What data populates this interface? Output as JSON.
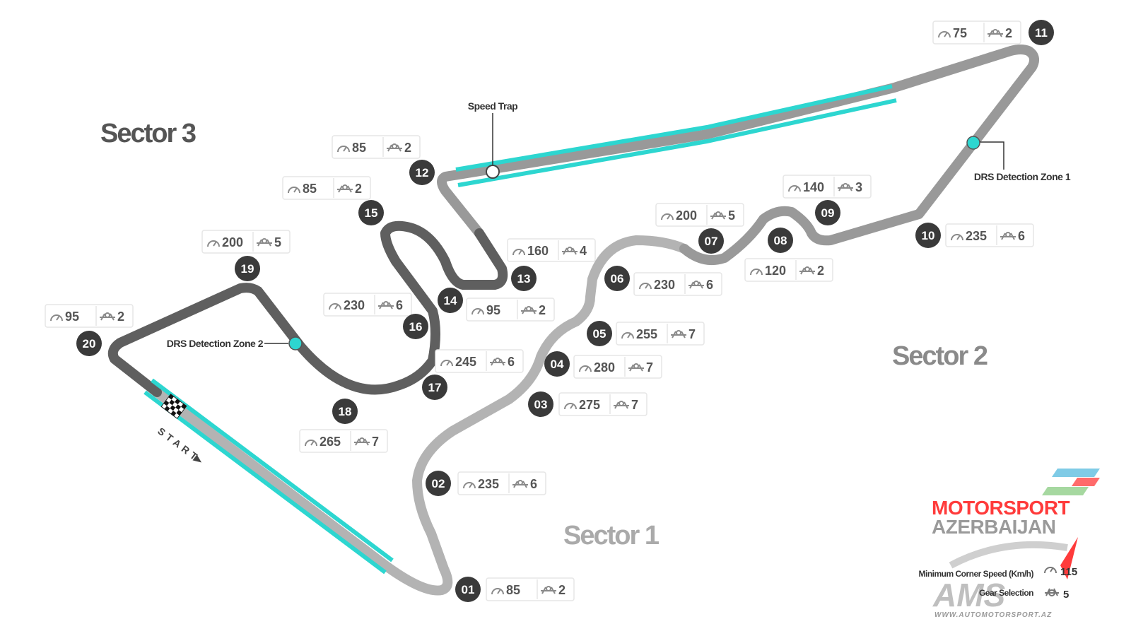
{
  "sectors": [
    {
      "label": "Sector 3",
      "color": "#555555"
    },
    {
      "label": "Sector 2",
      "color": "#8a8a8a"
    },
    {
      "label": "Sector 1",
      "color": "#aaaaaa"
    }
  ],
  "callouts": {
    "speed_trap": "Speed Trap",
    "drs_zone_1": "DRS Detection Zone 1",
    "drs_zone_2": "DRS Detection Zone 2",
    "start": "START"
  },
  "icons": {
    "speed": "speedometer-icon",
    "gear": "gear-icon",
    "finish": "checkered-flag-icon"
  },
  "colors": {
    "drs": "#2dd6d0",
    "sector1": "#b3b3b3",
    "sector2": "#999999",
    "sector3": "#5f5f5f",
    "badge": "#3a3a3a",
    "brand_red": "#ff3b3b",
    "brand_blue": "#7fcbe6",
    "brand_green": "#a6d8a0",
    "brand_gray": "#999999"
  },
  "turns": [
    {
      "num": "01",
      "speed": "85",
      "gear": "2"
    },
    {
      "num": "02",
      "speed": "235",
      "gear": "6"
    },
    {
      "num": "03",
      "speed": "275",
      "gear": "7"
    },
    {
      "num": "04",
      "speed": "280",
      "gear": "7"
    },
    {
      "num": "05",
      "speed": "255",
      "gear": "7"
    },
    {
      "num": "06",
      "speed": "230",
      "gear": "6"
    },
    {
      "num": "07",
      "speed": "200",
      "gear": "5"
    },
    {
      "num": "08",
      "speed": "120",
      "gear": "2"
    },
    {
      "num": "09",
      "speed": "140",
      "gear": "3"
    },
    {
      "num": "10",
      "speed": "235",
      "gear": "6"
    },
    {
      "num": "11",
      "speed": "75",
      "gear": "2"
    },
    {
      "num": "12",
      "speed": "85",
      "gear": "2"
    },
    {
      "num": "13",
      "speed": "160",
      "gear": "4"
    },
    {
      "num": "14",
      "speed": "95",
      "gear": "2"
    },
    {
      "num": "15",
      "speed": "85",
      "gear": "2"
    },
    {
      "num": "16",
      "speed": "230",
      "gear": "6"
    },
    {
      "num": "17",
      "speed": "245",
      "gear": "6"
    },
    {
      "num": "18",
      "speed": "265",
      "gear": "7"
    },
    {
      "num": "19",
      "speed": "200",
      "gear": "5"
    },
    {
      "num": "20",
      "speed": "95",
      "gear": "2"
    }
  ],
  "legend": {
    "speed_label": "Minimum Corner Speed (Km/h)",
    "speed_value": "115",
    "gear_label": "Gear Selection",
    "gear_value": "5"
  },
  "brand": {
    "line1": "MOTORSPORT",
    "line2": "AZERBAIJAN",
    "mark": "AMS",
    "url": "WWW.AUTOMOTORSPORT.AZ"
  }
}
